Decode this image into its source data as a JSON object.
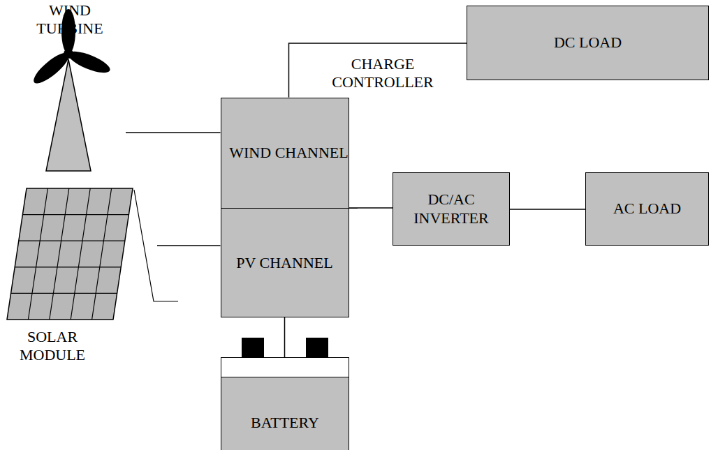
{
  "diagram": {
    "nodes": [
      {
        "text": [
          "WIND TURBINE"
        ]
      },
      {
        "text": [
          "CHARGE CONTROLLER"
        ]
      },
      {
        "text": [
          "WIND CHANNEL"
        ],
        "in": 1
      },
      {
        "text": [
          "PV CHANNEL"
        ],
        "in": 1
      },
      {
        "text": [
          "DC LOAD"
        ]
      },
      {
        "text": [
          "DC/AC INVERTER"
        ]
      },
      {
        "text": [
          "AC LOAD"
        ]
      },
      {
        "text": [
          "SOLAR MODULE"
        ]
      },
      {
        "text": [
          "BATTERY"
        ]
      }
    ],
    "edges": [
      {
        "from": 0,
        "to": 2,
        "arrow": "none"
      },
      {
        "from": 2,
        "to": 4,
        "arrow": "none"
      },
      {
        "from": 1,
        "to": 5,
        "arrow": "none"
      },
      {
        "from": 5,
        "to": 6,
        "arrow": "none"
      },
      {
        "from": 7,
        "to": 3,
        "arrow": "none"
      },
      {
        "from": 3,
        "to": 8,
        "arrow": "none"
      }
    ]
  }
}
